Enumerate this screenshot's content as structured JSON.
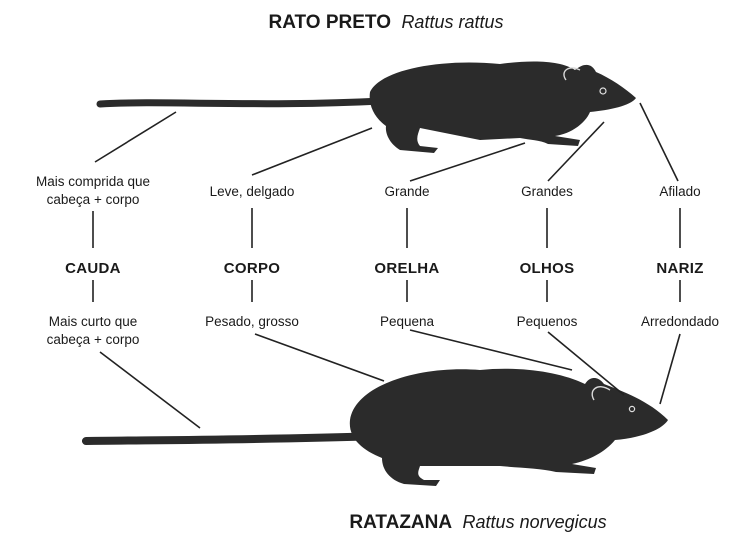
{
  "top_title": {
    "common": "RATO PRETO",
    "scientific": "Rattus rattus"
  },
  "bottom_title": {
    "common": "RATAZANA",
    "scientific": "Rattus norvegicus"
  },
  "features": [
    {
      "category": "CAUDA",
      "top": [
        "Mais comprida que",
        "cabeça + corpo"
      ],
      "bottom": [
        "Mais curto que",
        "cabeça + corpo"
      ]
    },
    {
      "category": "CORPO",
      "top": [
        "Leve, delgado"
      ],
      "bottom": [
        "Pesado, grosso"
      ]
    },
    {
      "category": "ORELHA",
      "top": [
        "Grande"
      ],
      "bottom": [
        "Pequena"
      ]
    },
    {
      "category": "OLHOS",
      "top": [
        "Grandes"
      ],
      "bottom": [
        "Pequenos"
      ]
    },
    {
      "category": "NARIZ",
      "top": [
        "Afilado"
      ],
      "bottom": [
        "Arredondado"
      ]
    }
  ]
}
